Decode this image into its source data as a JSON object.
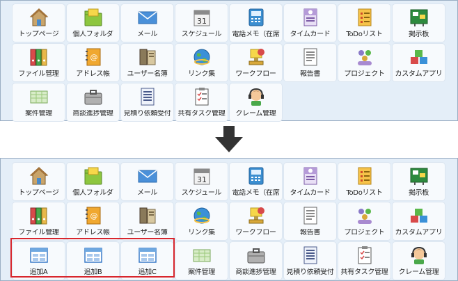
{
  "top": {
    "tiles": [
      {
        "label": "トップページ",
        "icon": "house-icon"
      },
      {
        "label": "個人フォルダ",
        "icon": "folder-icon"
      },
      {
        "label": "メール",
        "icon": "mail-icon"
      },
      {
        "label": "スケジュール",
        "icon": "calendar-icon"
      },
      {
        "label": "電話メモ（在席",
        "icon": "phone-memo-icon"
      },
      {
        "label": "タイムカード",
        "icon": "timecard-icon"
      },
      {
        "label": "ToDoリスト",
        "icon": "todo-icon"
      },
      {
        "label": "掲示板",
        "icon": "bulletin-board-icon"
      },
      {
        "label": "ファイル管理",
        "icon": "binders-icon"
      },
      {
        "label": "アドレス帳",
        "icon": "address-book-icon"
      },
      {
        "label": "ユーザー名簿",
        "icon": "user-roster-icon"
      },
      {
        "label": "リンク集",
        "icon": "globe-link-icon"
      },
      {
        "label": "ワークフロー",
        "icon": "stamp-icon"
      },
      {
        "label": "報告書",
        "icon": "report-icon"
      },
      {
        "label": "プロジェクト",
        "icon": "project-icon"
      },
      {
        "label": "カスタムアプリ",
        "icon": "blocks-icon"
      },
      {
        "label": "案件管理",
        "icon": "case-icon"
      },
      {
        "label": "商談進捗管理",
        "icon": "briefcase-icon"
      },
      {
        "label": "見積り依頼受付",
        "icon": "estimate-icon"
      },
      {
        "label": "共有タスク管理",
        "icon": "task-icon"
      },
      {
        "label": "クレーム管理",
        "icon": "support-operator-icon"
      }
    ]
  },
  "bottom": {
    "tiles": [
      {
        "label": "トップページ",
        "icon": "house-icon"
      },
      {
        "label": "個人フォルダ",
        "icon": "folder-icon"
      },
      {
        "label": "メール",
        "icon": "mail-icon"
      },
      {
        "label": "スケジュール",
        "icon": "calendar-icon"
      },
      {
        "label": "電話メモ（在席",
        "icon": "phone-memo-icon"
      },
      {
        "label": "タイムカード",
        "icon": "timecard-icon"
      },
      {
        "label": "ToDoリスト",
        "icon": "todo-icon"
      },
      {
        "label": "掲示板",
        "icon": "bulletin-board-icon"
      },
      {
        "label": "ファイル管理",
        "icon": "binders-icon"
      },
      {
        "label": "アドレス帳",
        "icon": "address-book-icon"
      },
      {
        "label": "ユーザー名簿",
        "icon": "user-roster-icon"
      },
      {
        "label": "リンク集",
        "icon": "globe-link-icon"
      },
      {
        "label": "ワークフロー",
        "icon": "stamp-icon"
      },
      {
        "label": "報告書",
        "icon": "report-icon"
      },
      {
        "label": "プロジェクト",
        "icon": "project-icon"
      },
      {
        "label": "カスタムアプリ",
        "icon": "blocks-icon"
      },
      {
        "label": "追加A",
        "icon": "added-app-icon"
      },
      {
        "label": "追加B",
        "icon": "added-app-icon"
      },
      {
        "label": "追加C",
        "icon": "added-app-icon"
      },
      {
        "label": "案件管理",
        "icon": "case-icon"
      },
      {
        "label": "商談進捗管理",
        "icon": "briefcase-icon"
      },
      {
        "label": "見積り依頼受付",
        "icon": "estimate-icon"
      },
      {
        "label": "共有タスク管理",
        "icon": "task-icon"
      },
      {
        "label": "クレーム管理",
        "icon": "support-operator-icon"
      }
    ]
  },
  "colors": {
    "panel_bg": "#e4eef8",
    "panel_border": "#9aaec4",
    "highlight": "#d8262d",
    "arrow": "#333333"
  }
}
